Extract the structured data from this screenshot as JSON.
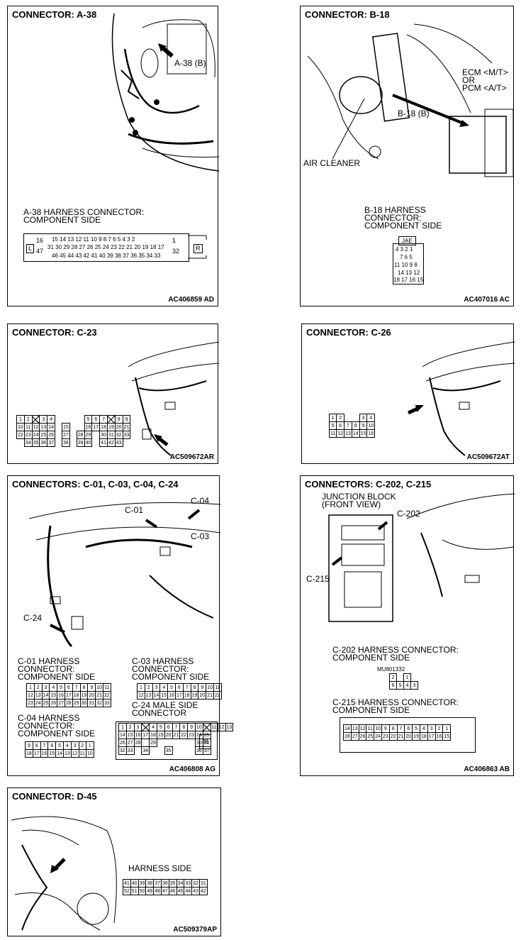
{
  "panels": {
    "a38": {
      "title": "CONNECTOR: A-38",
      "callout": "A-38 (B)",
      "caption": "A-38 HARNESS CONNECTOR:\nCOMPONENT SIDE",
      "row1": "15 14 13 12 11 10 9 8 7 6 5 4 3 2",
      "row2": "31 30 29 28 27 26 25 24 23 22 21 20 19 18 17",
      "row3": "46 45 44 43 42 41 40 39 38 37 36 35 34 33",
      "left_pins": [
        "16",
        "47"
      ],
      "right_pins": [
        "1",
        "32"
      ],
      "left_mark": "L",
      "right_mark": "R",
      "fig_id": "AC406859 AD"
    },
    "b18": {
      "title": "CONNECTOR: B-18",
      "label_ecm": "ECM <M/T>\nOR\nPCM <A/T>",
      "callout": "B-18 (B)",
      "air_cleaner": "AIR CLEANER",
      "caption": "B-18 HARNESS\nCONNECTOR:\nCOMPONENT SIDE",
      "tag": "JAE",
      "rows": [
        "4 3 2 1",
        "7 6 5",
        "11 10 9 8",
        "14 13 12",
        "18 17 16 15"
      ],
      "fig_id": "AC407016 AC"
    },
    "c23": {
      "title": "CONNECTOR: C-23",
      "rows": [
        [
          "1",
          "2",
          "X",
          "3",
          "4",
          "",
          "",
          "",
          "",
          "5",
          "6",
          "7",
          "X",
          "8",
          "9"
        ],
        [
          "10",
          "11",
          "12",
          "13",
          "14",
          "",
          "15",
          "",
          "",
          "16",
          "17",
          "18",
          "19",
          "20",
          "21"
        ],
        [
          "22",
          "23",
          "24",
          "25",
          "26",
          "",
          "27",
          "",
          "28",
          "29",
          "",
          "30",
          "31",
          "32",
          "33"
        ],
        [
          "",
          "34",
          "35",
          "36",
          "37",
          "",
          "38",
          "",
          "39",
          "40",
          "",
          "41",
          "42",
          "43",
          ""
        ]
      ],
      "fig_id": "AC509672AR"
    },
    "c26": {
      "title": "CONNECTOR: C-26",
      "rows": [
        [
          "1",
          "2",
          "",
          "",
          "3",
          "4"
        ],
        [
          "5",
          "6",
          "7",
          "8",
          "9",
          "10"
        ],
        [
          "11",
          "12",
          "13",
          "14",
          "15",
          "16"
        ]
      ],
      "fig_id": "AC509672AT"
    },
    "c01": {
      "title": "CONNECTORS: C-01, C-03, C-04, C-24",
      "callouts": [
        "C-01",
        "C-04",
        "C-03",
        "C-24"
      ],
      "cap_c01": "C-01 HARNESS\nCONNECTOR:\nCOMPONENT SIDE",
      "cap_c03": "C-03 HARNESS\nCONNECTOR:\nCOMPONENT SIDE",
      "cap_c04": "C-04 HARNESS\nCONNECTOR:\nCOMPONENT SIDE",
      "cap_c24": "C-24 MALE SIDE\nCONNECTOR",
      "c01_rows": [
        [
          "1",
          "2",
          "3",
          "4",
          "5",
          "6",
          "7",
          "8",
          "9",
          "10",
          "11"
        ],
        [
          "12",
          "13",
          "14",
          "15",
          "16",
          "17",
          "18",
          "19",
          "20",
          "21",
          "22"
        ],
        [
          "23",
          "24",
          "25",
          "26",
          "27",
          "28",
          "29",
          "30",
          "31",
          "32",
          "33"
        ]
      ],
      "c03_rows": [
        [
          "1",
          "2",
          "3",
          "4",
          "5",
          "6",
          "7",
          "8",
          "9",
          "10",
          "11"
        ],
        [
          "12",
          "13",
          "14",
          "15",
          "16",
          "17",
          "18",
          "19",
          "20",
          "21",
          "22"
        ]
      ],
      "c04_rows": [
        [
          "9",
          "8",
          "7",
          "6",
          "5",
          "4",
          "3",
          "2",
          "1"
        ],
        [
          "18",
          "17",
          "16",
          "15",
          "14",
          "13",
          "12",
          "11",
          "10"
        ]
      ],
      "c24_rows": [
        [
          "1",
          "2",
          "3",
          "X",
          "4",
          "5",
          "6",
          "7",
          "8",
          "9",
          "10",
          "X",
          "11",
          "12",
          "13"
        ],
        [
          "14",
          "15",
          "16",
          "17",
          "18",
          "19",
          "20",
          "21",
          "22",
          "23",
          "24",
          "25",
          "",
          "",
          ""
        ],
        [
          "26",
          "27",
          "28",
          "",
          "29",
          "",
          "",
          "",
          "",
          "",
          "30",
          "31",
          "",
          "",
          ""
        ],
        [
          "32",
          "33",
          "",
          "34",
          "",
          "",
          "35",
          "",
          "",
          "",
          "36",
          "37",
          "",
          "",
          ""
        ]
      ],
      "c24_big": "38",
      "fig_id": "AC406808 AG"
    },
    "c202": {
      "title": "CONNECTORS: C-202, C-215",
      "junction": "JUNCTION BLOCK\n(FRONT VIEW)",
      "callouts": [
        "C-202",
        "C-215"
      ],
      "cap_c202": "C-202 HARNESS CONNECTOR:\nCOMPONENT SIDE",
      "part_no": "MU801332",
      "c202_rows": [
        [
          "2",
          "",
          "1"
        ],
        [
          "6",
          "5",
          "4",
          "3"
        ]
      ],
      "cap_c215": "C-215 HARNESS CONNECTOR:\nCOMPONENT SIDE",
      "c215_rows": [
        [
          "14",
          "13",
          "12",
          "11",
          "10",
          "9",
          "8",
          "7",
          "6",
          "5",
          "4",
          "3",
          "2",
          "1"
        ],
        [
          "28",
          "27",
          "26",
          "25",
          "24",
          "23",
          "22",
          "21",
          "20",
          "19",
          "18",
          "17",
          "16",
          "15"
        ]
      ],
      "fig_id": "AC406863 AB"
    },
    "d45": {
      "title": "CONNECTOR: D-45",
      "caption": "HARNESS SIDE",
      "rows": [
        [
          "41",
          "40",
          "39",
          "38",
          "37",
          "36",
          "35",
          "34",
          "33",
          "32",
          "31"
        ],
        [
          "52",
          "51",
          "50",
          "49",
          "48",
          "47",
          "46",
          "45",
          "44",
          "43",
          "42"
        ]
      ],
      "fig_id": "AC509379AP"
    }
  }
}
